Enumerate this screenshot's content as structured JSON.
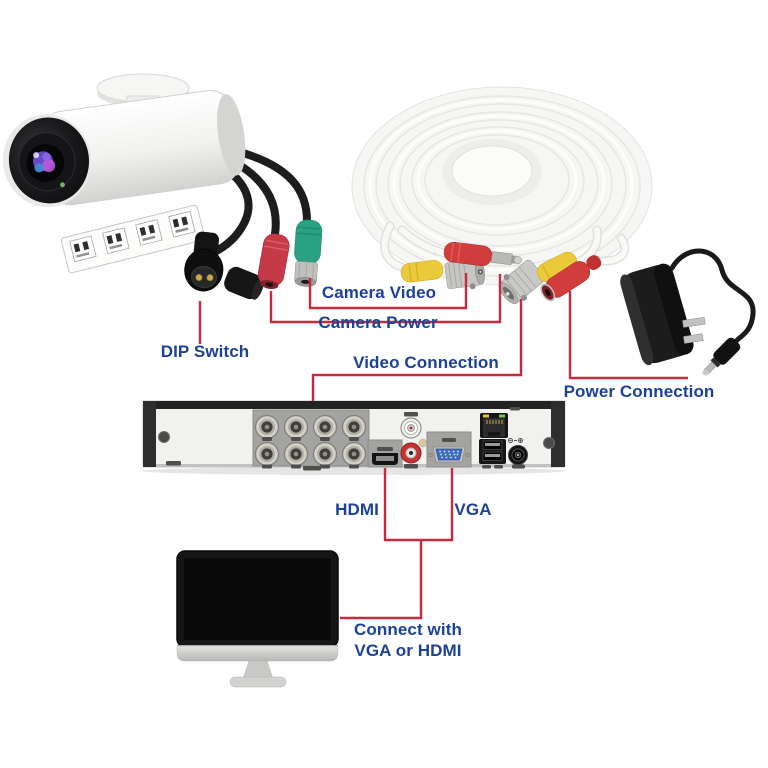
{
  "diagram": {
    "description": "Security camera kit connection diagram",
    "background": "#ffffff"
  },
  "colors": {
    "label_text": "#1c4199",
    "annotation_line": "#c62a3c",
    "camera_video_connector_green": "#2aa183",
    "camera_power_connector_red": "#c63a47",
    "cable_bnc_boot_yellow": "#eac93a",
    "cable_power_connector_red": "#d13c3c",
    "vga_port_blue": "#3f6cc0",
    "dvr_body": "#f1f1ef"
  },
  "annotations": {
    "camera_video": {
      "label": "Camera Video"
    },
    "camera_power": {
      "label": "Camera Power"
    },
    "dip_switch": {
      "label": "DIP Switch"
    },
    "video_connection": {
      "label": "Video Connection"
    },
    "power_connection": {
      "label": "Power Connection"
    },
    "hdmi": {
      "label": "HDMI"
    },
    "vga": {
      "label": "VGA"
    },
    "connect": {
      "line1": "Connect with",
      "line2": "VGA or HDMI"
    }
  },
  "components": {
    "camera": "bullet-security-camera",
    "camera_pigtails": [
      "dip-switch-connector",
      "dc-power-connector-red",
      "bnc-video-connector-green"
    ],
    "cable_coil": "white-siamese-video-power-cable",
    "power_adapter": "wall-plug-power-adapter",
    "dvr": "dvr-recorder-rear-panel",
    "dvr_ports": [
      "bnc-video-inputs-x8",
      "hdmi-port",
      "rca-audio-white",
      "rca-audio-red",
      "vga-port",
      "ethernet-rj45",
      "usb-ports",
      "dc-power-input"
    ],
    "monitor": "desktop-monitor"
  }
}
